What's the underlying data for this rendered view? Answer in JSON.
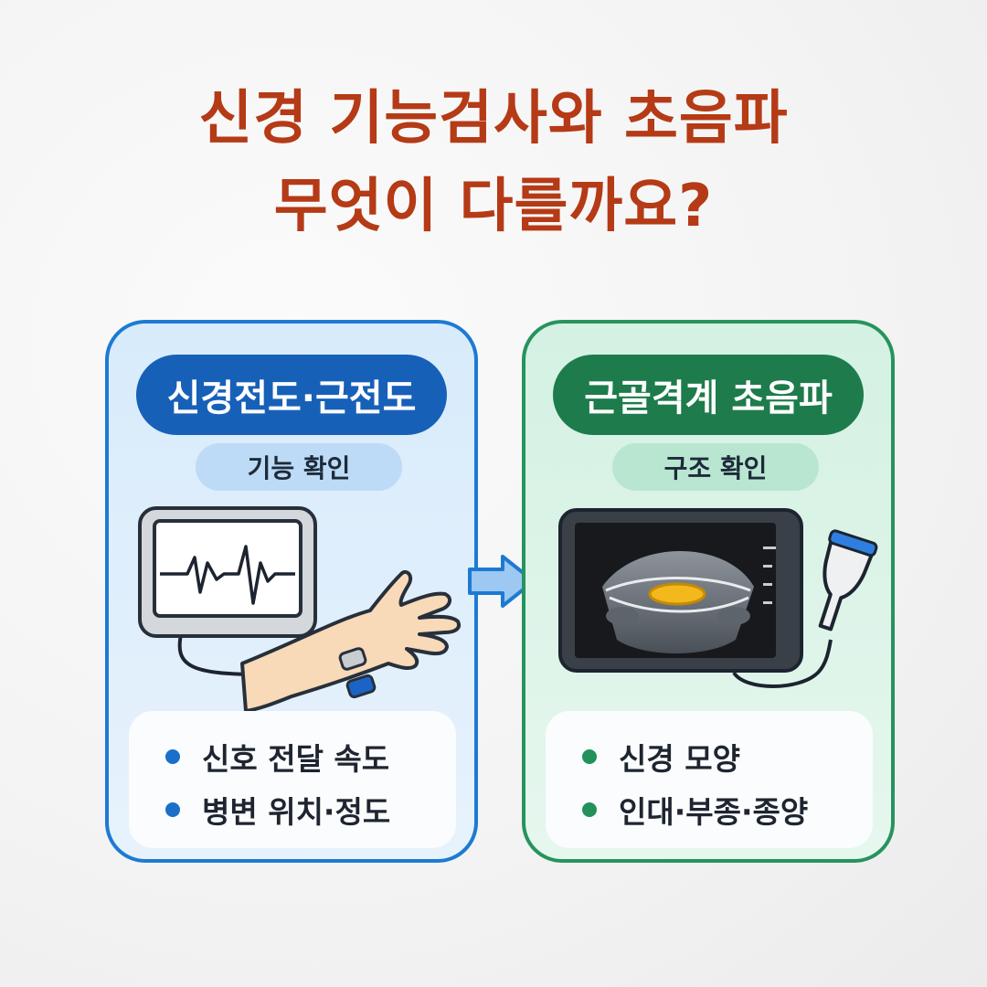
{
  "title": {
    "line1": "신경 기능검사와 초음파",
    "line2": "무엇이 다를까요?"
  },
  "left_card": {
    "heading": "신경전도·근전도",
    "subheading": "기능 확인",
    "bullets": [
      "신호 전달 속도",
      "병변 위치·정도"
    ],
    "illustration": "ecg-monitor-with-hand-electrodes"
  },
  "right_card": {
    "heading": "근골격계 초음파",
    "subheading": "구조 확인",
    "bullets": [
      "신경 모양",
      "인대·부종·종양"
    ],
    "illustration": "ultrasound-monitor-with-probe"
  },
  "connector": "arrow-right-icon",
  "colors": {
    "title": "#b53a16",
    "left_accent": "#1760b8",
    "right_accent": "#1e7b4b"
  }
}
